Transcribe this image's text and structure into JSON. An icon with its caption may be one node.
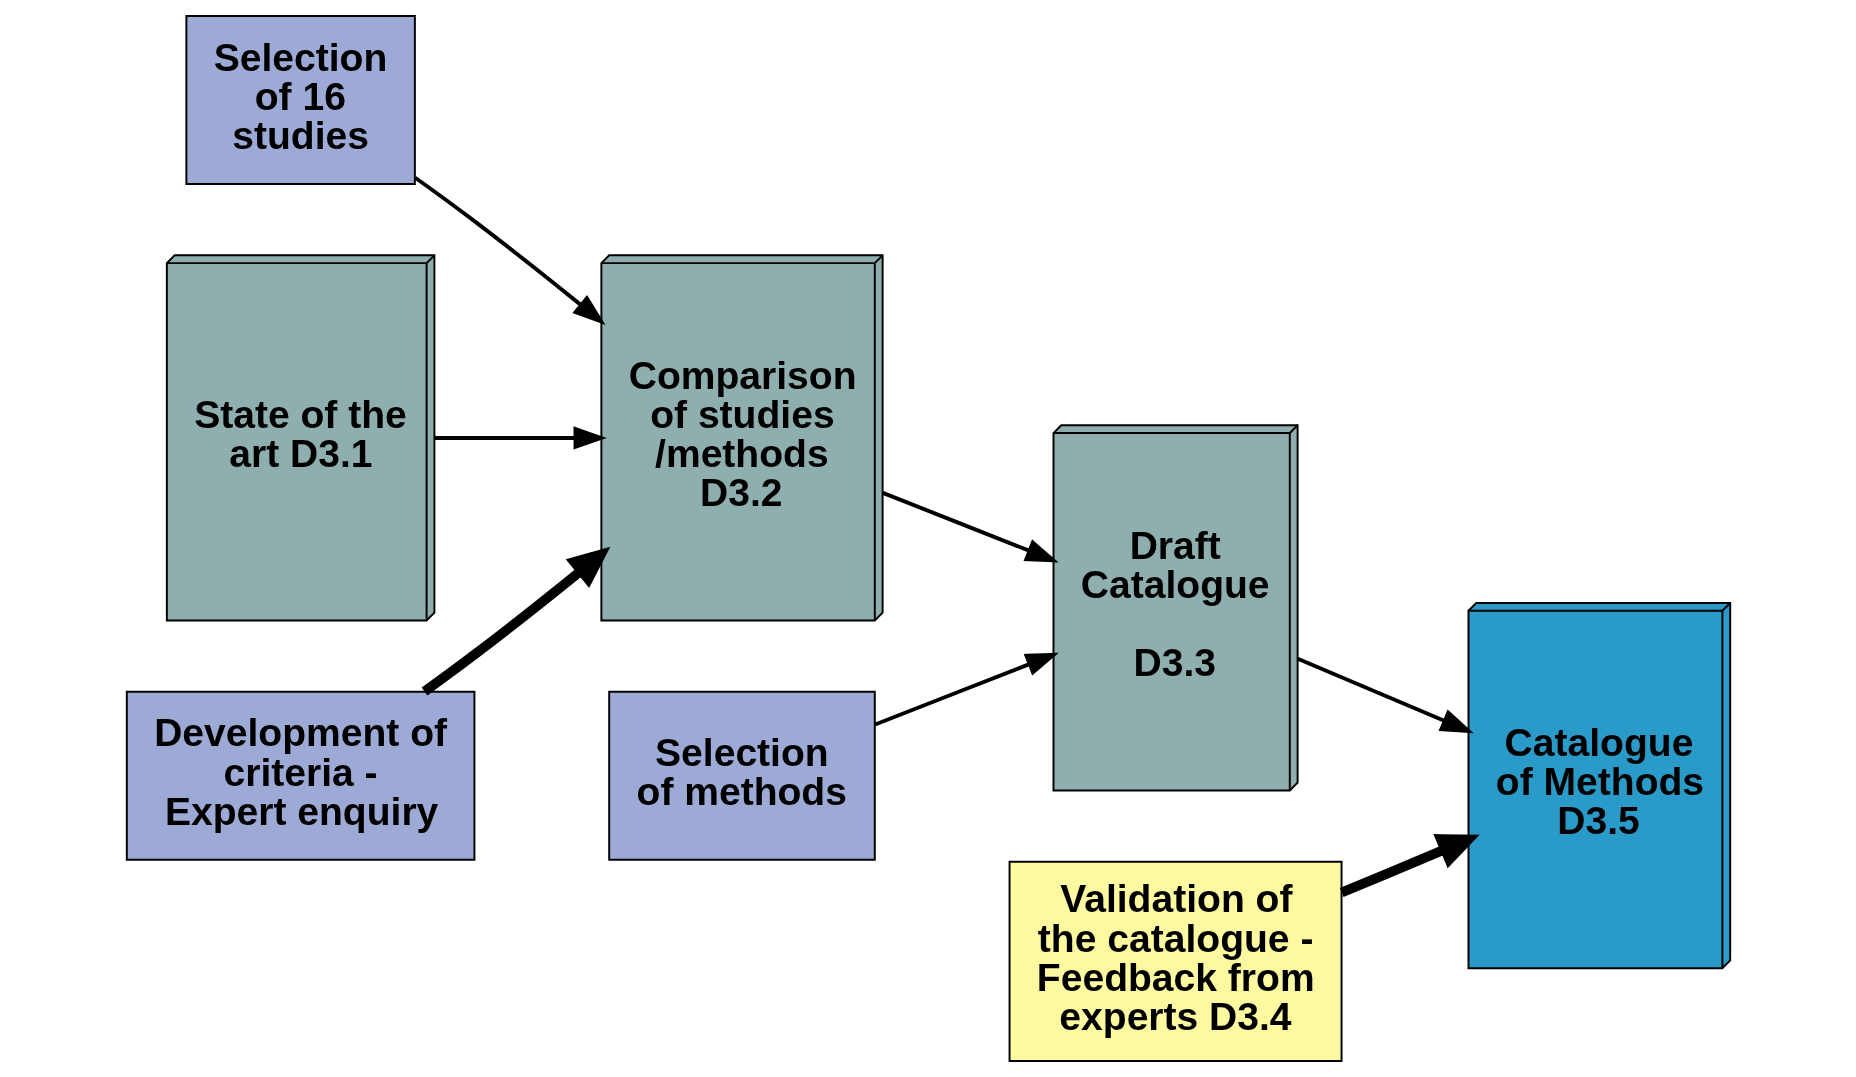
{
  "diagram": {
    "nodes": [
      {
        "text": [
          "State of the art D3.1"
        ]
      },
      {
        "text": [
          "Selection of 16 studies"
        ]
      },
      {
        "text": [
          "Comparison of studies /methods D3.2"
        ]
      },
      {
        "text": [
          "Development of criteria - Expert enquiry"
        ]
      },
      {
        "text": [
          "Selection of methods"
        ]
      },
      {
        "text": [
          "Draft Catalogue",
          "D3.3"
        ]
      },
      {
        "text": [
          "Catalogue of Methods D3.5"
        ]
      },
      {
        "text": [
          "Validation of the catalogue - Feedback from experts D3.4"
        ]
      }
    ],
    "edges": [
      {
        "from": 0,
        "to": 2,
        "arrow": "to"
      },
      {
        "from": 1,
        "to": 2,
        "arrow": "to"
      },
      {
        "from": 3,
        "to": 2,
        "arrow": "to",
        "style": "thick"
      },
      {
        "from": 2,
        "to": 5,
        "arrow": "to"
      },
      {
        "from": 4,
        "to": 5,
        "arrow": "to"
      },
      {
        "from": 5,
        "to": 6,
        "arrow": "to"
      },
      {
        "from": 7,
        "to": 6,
        "arrow": "to",
        "style": "thick"
      }
    ]
  }
}
